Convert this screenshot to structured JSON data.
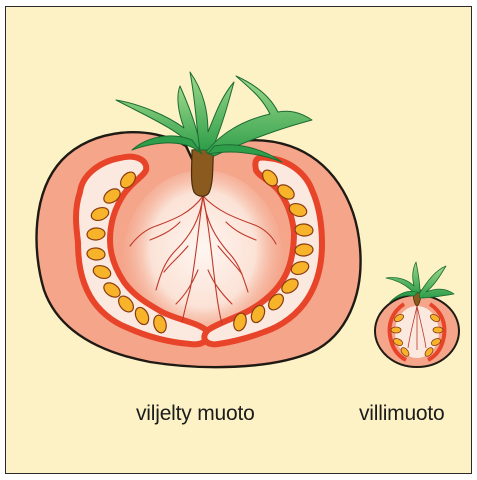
{
  "labels": {
    "cultivated": "viljelty muoto",
    "wild": "villimuoto"
  },
  "colors": {
    "background": "#fdf2c6",
    "flesh": "#f4a58a",
    "skin_outline": "#1f1a14",
    "locule": "#e8442a",
    "gel": "#fbe9df",
    "seed": "#f7b42a",
    "core": "#fdebe3",
    "vein": "#c0392b",
    "stem": "#8a5a1f",
    "leaf": "#2e9e4a",
    "leaf_light": "#8fd27c"
  },
  "icons": {
    "large": "cultivated-tomato-cross-section",
    "small": "wild-tomato-cross-section"
  }
}
